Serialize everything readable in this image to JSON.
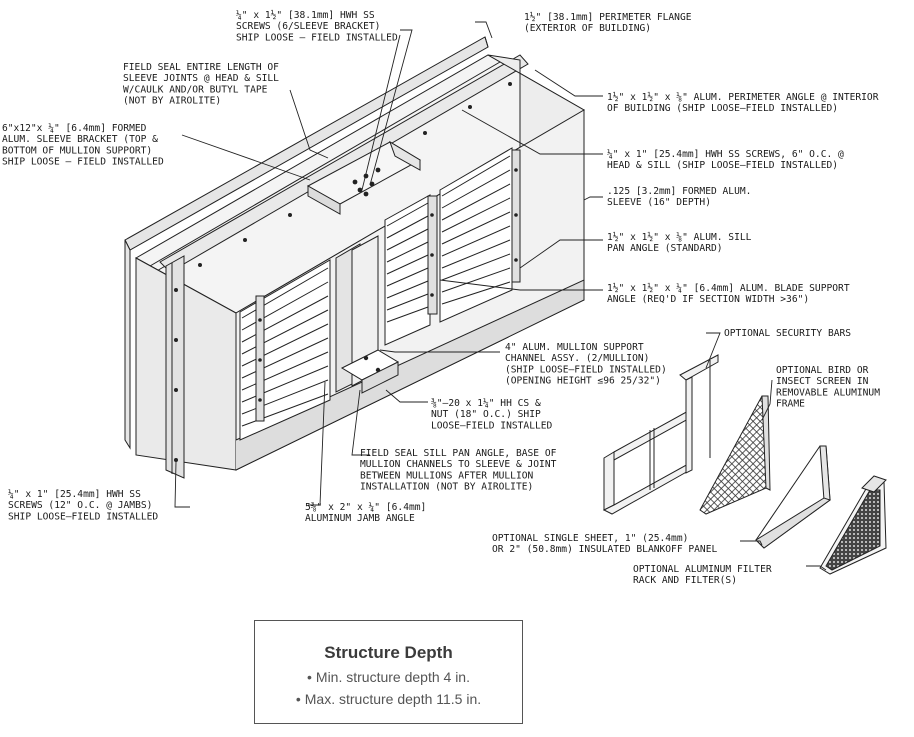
{
  "callouts": {
    "screws_bracket": [
      "¼\" x 1½\" [38.1mm] HWH SS",
      "SCREWS (6/SLEEVE BRACKET)",
      "SHIP LOOSE – FIELD INSTALLED"
    ],
    "perimeter_flange": [
      "1½\" [38.1mm] PERIMETER FLANGE",
      "(EXTERIOR OF BUILDING)"
    ],
    "field_seal_sleeve": [
      "FIELD SEAL ENTIRE LENGTH OF",
      "SLEEVE JOINTS @ HEAD & SILL",
      "W/CAULK AND/OR BUTYL TAPE",
      "(NOT BY AIROLITE)"
    ],
    "perimeter_angle": [
      "1½\" x 1½\" x ⅛\" ALUM. PERIMETER ANGLE @ INTERIOR",
      "OF BUILDING (SHIP LOOSE–FIELD INSTALLED)"
    ],
    "sleeve_bracket": [
      "6\"x12\"x ¼\" [6.4mm] FORMED",
      "ALUM. SLEEVE BRACKET (TOP &",
      "BOTTOM OF MULLION SUPPORT)",
      "SHIP LOOSE – FIELD INSTALLED"
    ],
    "head_sill_screws": [
      "¼\" x 1\" [25.4mm] HWH SS SCREWS, 6\" O.C. @",
      "HEAD & SILL (SHIP LOOSE–FIELD INSTALLED)"
    ],
    "formed_sleeve": [
      ".125 [3.2mm] FORMED ALUM.",
      "SLEEVE (16\" DEPTH)"
    ],
    "sill_pan": [
      "1½\" x 1½\" x ⅛\" ALUM. SILL",
      "PAN ANGLE (STANDARD)"
    ],
    "blade_support": [
      "1½\" x 1½\" x ¼\" [6.4mm] ALUM. BLADE SUPPORT",
      "ANGLE (REQ'D IF SECTION WIDTH >36\")"
    ],
    "security_bars": [
      "OPTIONAL SECURITY BARS"
    ],
    "mullion_channel": [
      "4\" ALUM. MULLION SUPPORT",
      "CHANNEL ASSY. (2/MULLION)",
      "(SHIP LOOSE–FIELD INSTALLED)",
      "(OPENING HEIGHT ≤96 25/32\")"
    ],
    "bird_screen": [
      "OPTIONAL BIRD OR",
      "INSECT SCREEN IN",
      "REMOVABLE ALUMINUM",
      "FRAME"
    ],
    "hh_cs_nut": [
      "⅜\"–20 x 1¼\" HH CS &",
      "NUT (18\" O.C.) SHIP",
      "LOOSE–FIELD INSTALLED"
    ],
    "field_seal_sill": [
      "FIELD SEAL SILL PAN ANGLE, BASE OF",
      "MULLION CHANNELS TO SLEEVE & JOINT",
      "BETWEEN MULLIONS AFTER MULLION",
      "INSTALLATION (NOT BY AIROLITE)"
    ],
    "jamb_screws": [
      "¼\" x 1\" [25.4mm] HWH SS",
      "SCREWS (12\" O.C. @ JAMBS)",
      "SHIP LOOSE–FIELD INSTALLED"
    ],
    "jamb_angle": [
      "5⅜\" x 2\" x ¼\" [6.4mm]",
      "ALUMINUM JAMB ANGLE"
    ],
    "blankoff_panel": [
      "OPTIONAL SINGLE SHEET, 1\" (25.4mm)",
      "OR 2\" (50.8mm) INSULATED BLANKOFF PANEL"
    ],
    "filter_rack": [
      "OPTIONAL ALUMINUM FILTER",
      "RACK AND FILTER(S)"
    ]
  },
  "structure_depth": {
    "title": "Structure Depth",
    "items": [
      "Min. structure depth 4 in.",
      "Max. structure depth 11.5 in."
    ]
  },
  "colors": {
    "line": "#222222",
    "face": "#f2f2f2",
    "shade": "#d4d4d4",
    "mesh": "#3a3a3a"
  }
}
